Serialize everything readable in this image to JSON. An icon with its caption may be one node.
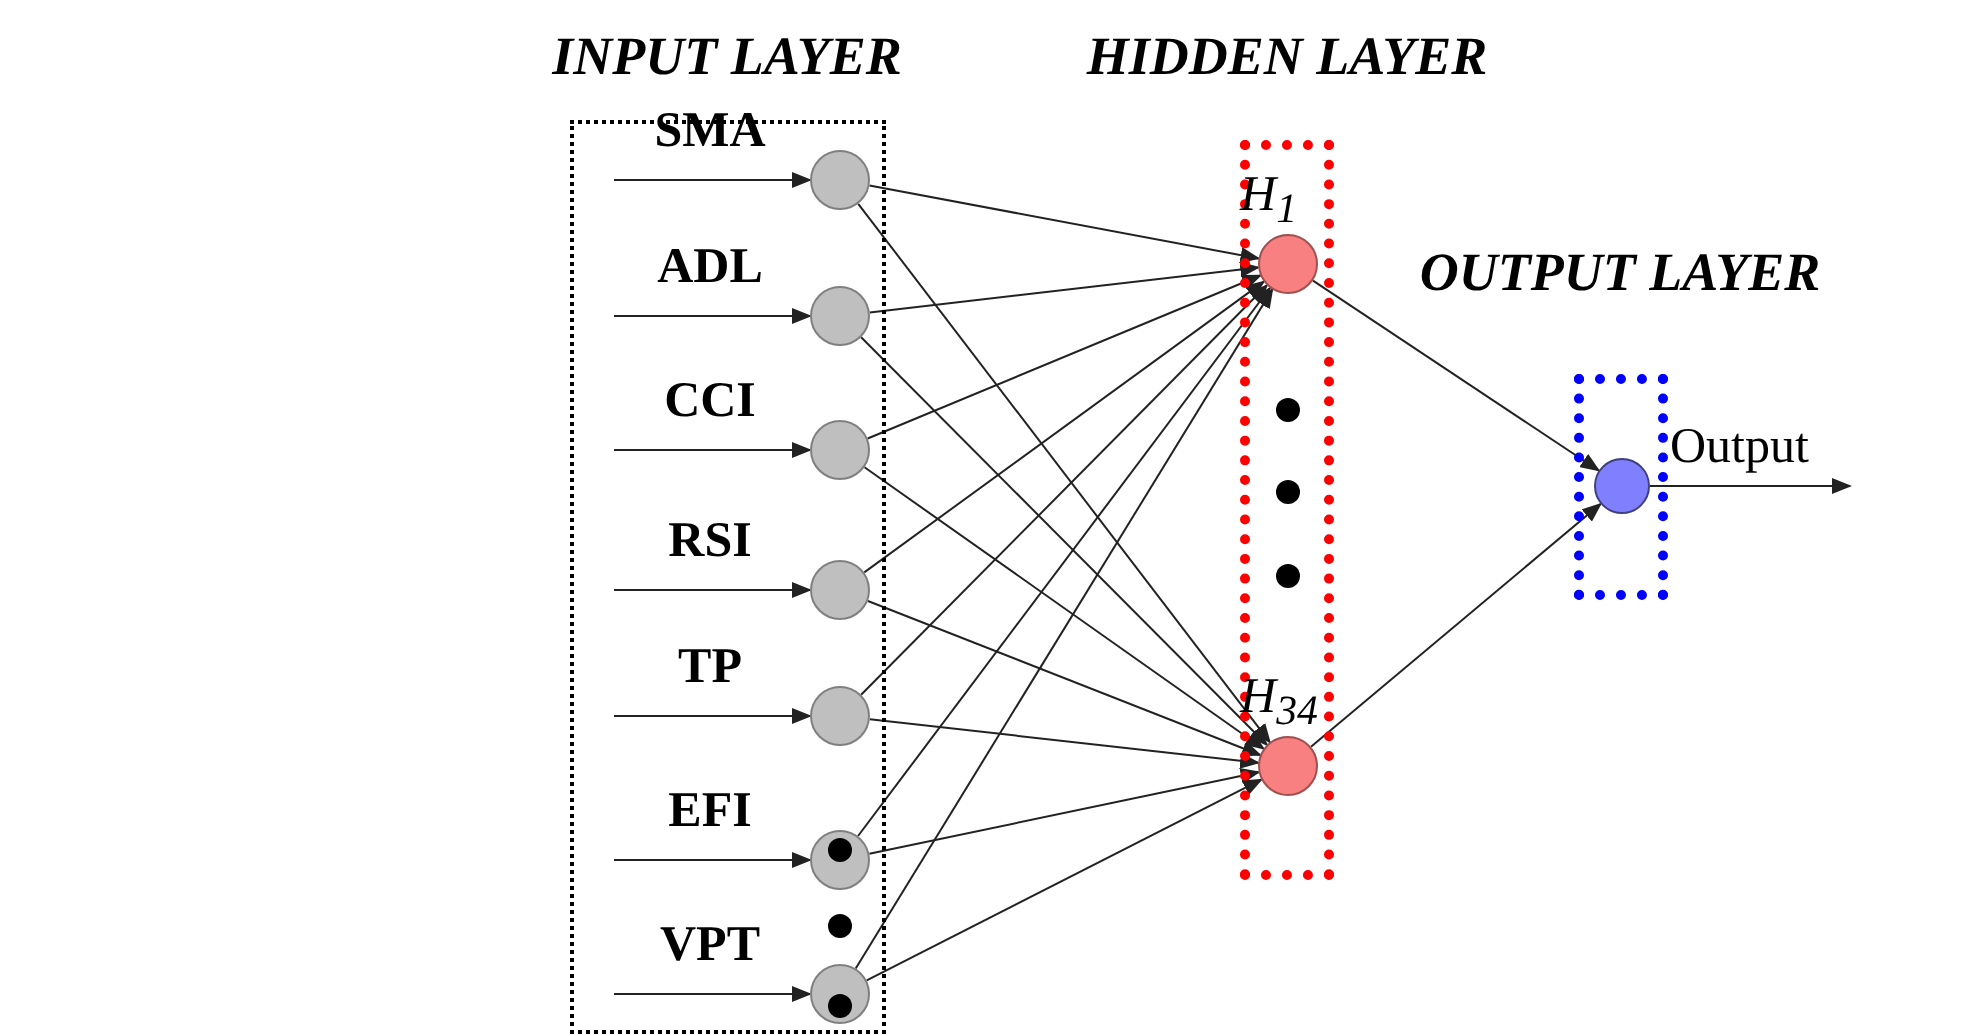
{
  "diagram": {
    "nodes": [
      {
        "text": [
          "INPUT LAYER"
        ]
      },
      {
        "text": [],
        "shape": "circle",
        "in": 0,
        "beside": [
          "SMA"
        ]
      },
      {
        "text": [],
        "shape": "circle",
        "in": 0,
        "beside": [
          "ADL"
        ]
      },
      {
        "text": [],
        "shape": "circle",
        "in": 0,
        "beside": [
          "CCI"
        ]
      },
      {
        "text": [],
        "shape": "circle",
        "in": 0,
        "beside": [
          "RSI"
        ]
      },
      {
        "text": [],
        "shape": "circle",
        "in": 0,
        "beside": [
          "TP"
        ]
      },
      {
        "text": [],
        "shape": "circle",
        "in": 0,
        "beside": [
          "EFI"
        ]
      },
      {
        "text": [],
        "shape": "circle",
        "in": 0,
        "beside": [
          "VPT"
        ]
      },
      {
        "text": [
          "HIDDEN LAYER"
        ]
      },
      {
        "text": [],
        "shape": "circle",
        "in": 8,
        "beside": [
          "H$_{1}$"
        ]
      },
      {
        "text": [],
        "shape": "circle",
        "in": 8,
        "beside": [
          "H$_{34}$"
        ]
      },
      {
        "text": [
          "OUTPUT LAYER"
        ]
      },
      {
        "text": [],
        "shape": "circle",
        "in": 11
      }
    ],
    "edges": [
      {
        "from": null,
        "to": 1,
        "arrow": "to"
      },
      {
        "from": null,
        "to": 2,
        "arrow": "to"
      },
      {
        "from": null,
        "to": 3,
        "arrow": "to"
      },
      {
        "from": null,
        "to": 4,
        "arrow": "to"
      },
      {
        "from": null,
        "to": 5,
        "arrow": "to"
      },
      {
        "from": null,
        "to": 6,
        "arrow": "to"
      },
      {
        "from": null,
        "to": 7,
        "arrow": "to"
      },
      {
        "from": 1,
        "to": 9,
        "arrow": "to"
      },
      {
        "from": 1,
        "to": 10,
        "arrow": "to"
      },
      {
        "from": 2,
        "to": 9,
        "arrow": "to"
      },
      {
        "from": 2,
        "to": 10,
        "arrow": "to"
      },
      {
        "from": 3,
        "to": 9,
        "arrow": "to"
      },
      {
        "from": 3,
        "to": 10,
        "arrow": "to"
      },
      {
        "from": 4,
        "to": 9,
        "arrow": "to"
      },
      {
        "from": 4,
        "to": 10,
        "arrow": "to"
      },
      {
        "from": 5,
        "to": 9,
        "arrow": "to"
      },
      {
        "from": 5,
        "to": 10,
        "arrow": "to"
      },
      {
        "from": 6,
        "to": 9,
        "arrow": "to"
      },
      {
        "from": 6,
        "to": 10,
        "arrow": "to"
      },
      {
        "from": 7,
        "to": 9,
        "arrow": "to"
      },
      {
        "from": 7,
        "to": 10,
        "arrow": "to"
      },
      {
        "from": 9,
        "to": 12,
        "arrow": "to"
      },
      {
        "from": 10,
        "to": 12,
        "arrow": "to"
      },
      {
        "from": 12,
        "to": null,
        "arrow": "to",
        "label": "Output"
      }
    ]
  }
}
